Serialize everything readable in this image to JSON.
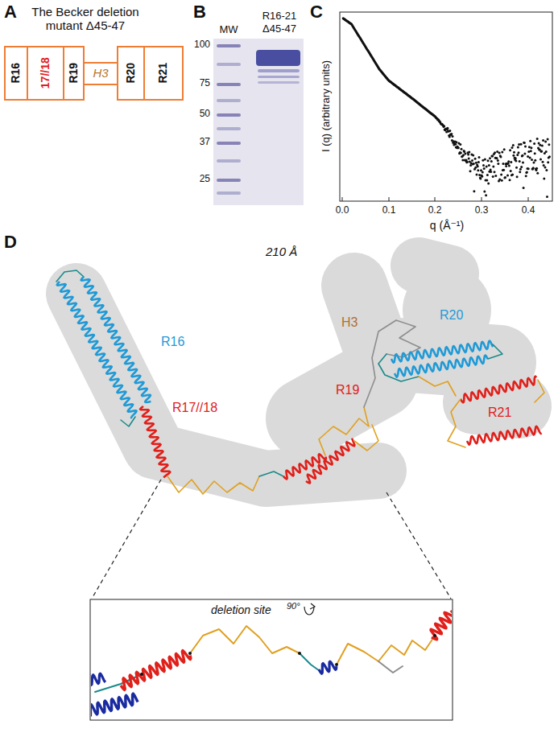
{
  "diagram": {
    "nodes": [
      {
        "text": [
          "R16"
        ]
      },
      {
        "text": [
          "17//18"
        ]
      },
      {
        "text": [
          "R19"
        ]
      },
      {
        "text": [
          "H3"
        ]
      },
      {
        "text": [
          "R20"
        ]
      },
      {
        "text": [
          "R21"
        ]
      }
    ],
    "labels": [
      "A",
      "The Becker deletion mutant Δ45-47",
      "B",
      "MW",
      "R16-21",
      "Δ45-47",
      "100",
      "75",
      "50",
      "37",
      "25",
      "C",
      "I (q) (arbitrary units)",
      "q (Å⁻¹)",
      "0.0",
      "0.1",
      "0.2",
      "0.3",
      "0.4",
      "D",
      "210 Å",
      "R16",
      "R17//18",
      "H3",
      "R20",
      "R19",
      "R21",
      "deletion site",
      "90°"
    ]
  }
}
